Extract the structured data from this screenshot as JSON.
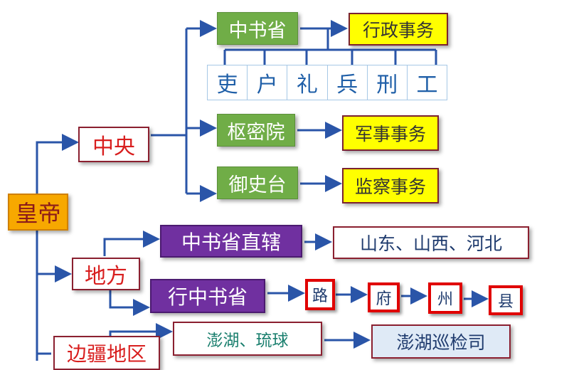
{
  "emperor": "皇帝",
  "central": {
    "label": "中央",
    "zhongshu": "中书省",
    "zhongshu_duty": "行政事务",
    "six_ministries": [
      "吏",
      "户",
      "礼",
      "兵",
      "刑",
      "工"
    ],
    "shumi": "枢密院",
    "shumi_duty": "军事事务",
    "yushi": "御史台",
    "yushi_duty": "监察事务"
  },
  "local": {
    "label": "地方",
    "direct": "中书省直辖",
    "direct_regions": "山东、山西、河北",
    "xing": "行中书省",
    "levels": [
      "路",
      "府",
      "州",
      "县"
    ]
  },
  "frontier": {
    "label": "边疆地区",
    "region": "澎湖、琉球",
    "office": "澎湖巡检司"
  }
}
